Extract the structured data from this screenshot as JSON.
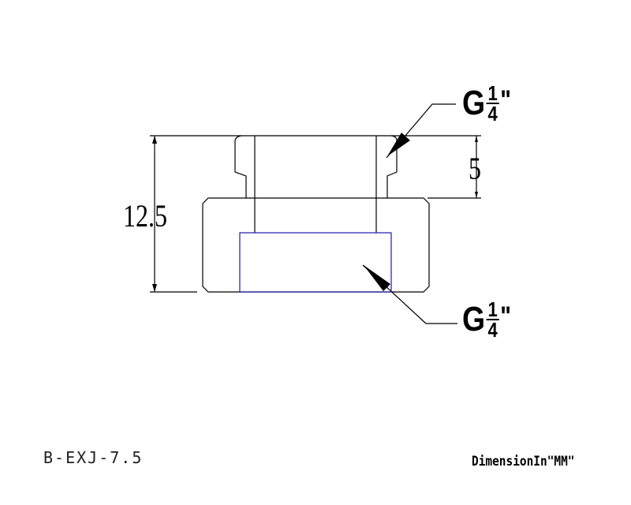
{
  "drawing": {
    "overall_height": "12.5",
    "thread_length": "5",
    "top_thread": {
      "prefix": "G",
      "num": "1",
      "den": "4",
      "suffix": "\""
    },
    "bottom_thread": {
      "prefix": "G",
      "num": "1",
      "den": "4",
      "suffix": "\""
    },
    "part_code": "B-EXJ-7.5",
    "units_note": "DimensionIn\"MM\""
  },
  "colors": {
    "line": "#000000",
    "inner_thread": "#1a1aa8"
  }
}
